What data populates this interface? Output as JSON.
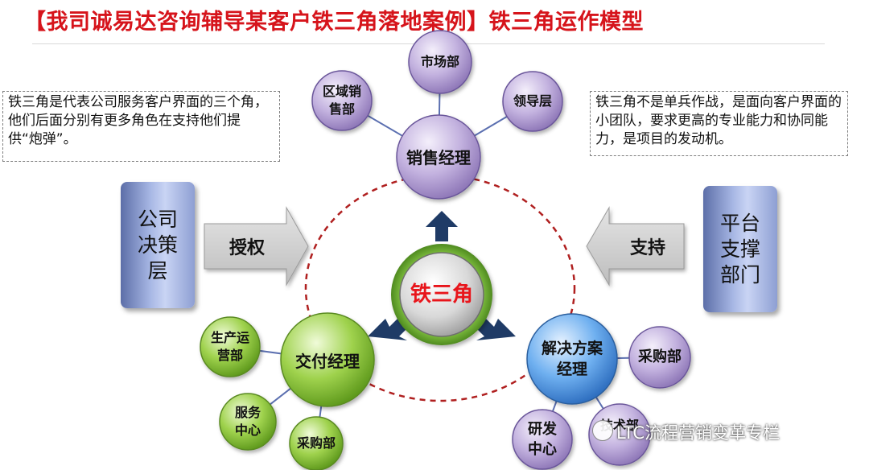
{
  "title": "【我司诚易达咨询辅导某客户铁三角落地案例】铁三角运作模型",
  "notes": {
    "left": "铁三角是代表公司服务客户界面的三个角，他们后面分别有更多角色在支持他们提供“炮弹”。",
    "right": "铁三角不是单兵作战，是面向客户界面的小团队，要求更高的专业能力和协同能力，是项目的发动机。"
  },
  "side_boxes": {
    "left": "公司决策层",
    "right": "平台支撑部门"
  },
  "arrows": {
    "left": "授权",
    "right": "支持"
  },
  "center": "铁三角",
  "nodes": {
    "sales_manager": "销售经理",
    "delivery_manager": "交付经理",
    "solution_manager": "解决方案经理"
  },
  "satellites": {
    "market": "市场部",
    "regional_sales": "区域销售部",
    "leadership": "领导层",
    "production_ops": "生产运营部",
    "service_center": "服务中心",
    "procurement_left": "采购部",
    "procurement_right": "采购部",
    "rd_center": "研发中心",
    "tech_dept": "技术部"
  },
  "watermark": "LTC流程营销变革专栏",
  "colors": {
    "title_red": "#d6141b",
    "center_text_red": "#e8151b",
    "purple_bubble": "#b8a6d6",
    "green_bubble": "#8dc63f",
    "blue_bubble": "#5aa0e6",
    "navy_arrow": "#1f3b66",
    "gray_arrow": "#d0d0d0"
  }
}
